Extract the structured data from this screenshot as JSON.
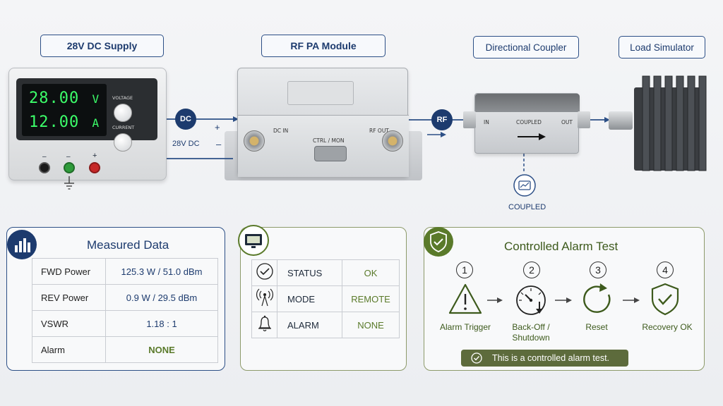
{
  "titles": {
    "supply": "28V DC Supply",
    "pa": "RF PA Module",
    "coupler": "Directional  Coupler",
    "load": "Load Simulator"
  },
  "supply": {
    "voltage_display": "28.00",
    "voltage_unit": "V",
    "current_display": "12.00",
    "current_unit": "A",
    "voltage_knob": "VOLTAGE",
    "current_knob": "CURRENT",
    "term_neg": "–",
    "term_gnd": "–",
    "term_pos": "+"
  },
  "connections": {
    "dc_badge": "DC",
    "dc_label": "28V DC",
    "plus": "+",
    "minus": "–",
    "rf_badge": "RF"
  },
  "pa": {
    "dc_in": "DC IN",
    "ctrl": "CTRL / MON",
    "rf_out": "RF OUT"
  },
  "coupler": {
    "in": "IN",
    "coupled": "COUPLED",
    "out": "OUT",
    "tap_label": "COUPLED"
  },
  "measured": {
    "title": "Measured Data",
    "rows": [
      {
        "label": "FWD Power",
        "value": "125.3 W  /  51.0 dBm"
      },
      {
        "label": "REV Power",
        "value": "0.9 W  /  29.5 dBm"
      },
      {
        "label": "VSWR",
        "value": "1.18 : 1"
      },
      {
        "label": "Alarm",
        "value": "NONE"
      }
    ]
  },
  "status": {
    "rows": [
      {
        "label": "STATUS",
        "value": "OK",
        "icon": "check-circle-icon"
      },
      {
        "label": "MODE",
        "value": "REMOTE",
        "icon": "antenna-icon"
      },
      {
        "label": "ALARM",
        "value": "NONE",
        "icon": "bell-icon"
      }
    ]
  },
  "alarm": {
    "title": "Controlled Alarm Test",
    "steps": [
      {
        "num": "1",
        "label": "Alarm Trigger",
        "icon": "warning-icon"
      },
      {
        "num": "2",
        "label": "Back-Off /\nShutdown",
        "icon": "gauge-icon"
      },
      {
        "num": "3",
        "label": "Reset",
        "icon": "reset-icon"
      },
      {
        "num": "4",
        "label": "Recovery OK",
        "icon": "shield-check-icon"
      }
    ],
    "banner": "This is a controlled alarm test."
  },
  "colors": {
    "navy": "#1d3b6e",
    "olive": "#5a7a2a",
    "lcd_green": "#3cff6a"
  }
}
